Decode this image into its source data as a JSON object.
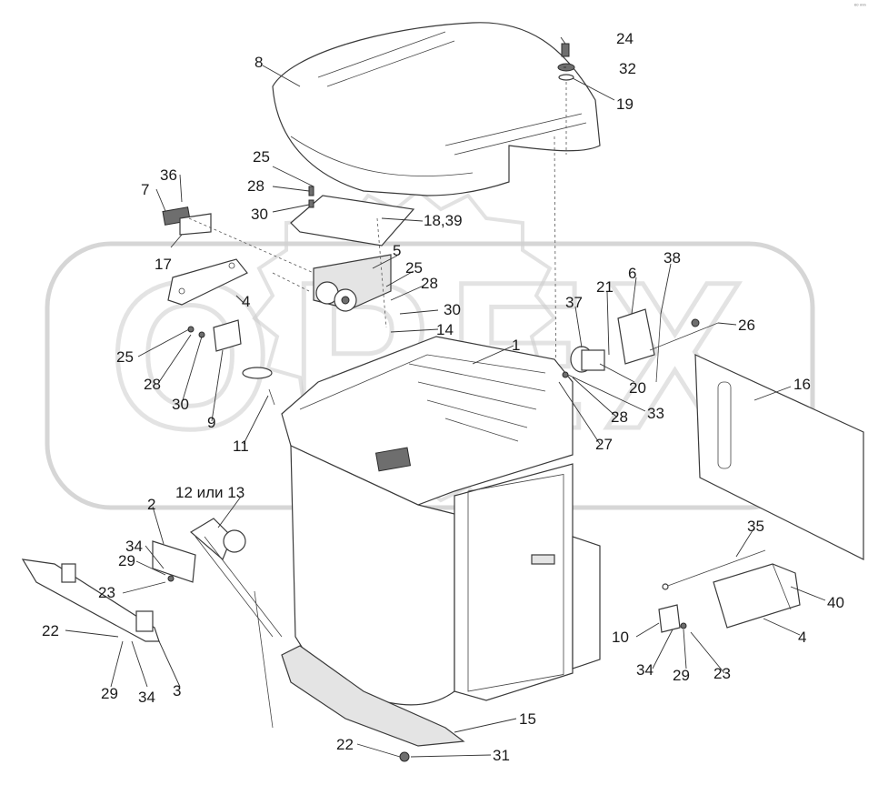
{
  "corner_mark": "ᵉᵒ ⁿⁿⁿ",
  "watermark_text": "OPEX",
  "callouts": {
    "c1": "1",
    "c2": "2",
    "c3": "3",
    "c4a": "4",
    "c4b": "4",
    "c5": "5",
    "c6": "6",
    "c7": "7",
    "c8": "8",
    "c9": "9",
    "c10": "10",
    "c11": "11",
    "c12_13": "12 или 13",
    "c14": "14",
    "c15": "15",
    "c16": "16",
    "c17": "17",
    "c18_39": "18,39",
    "c19": "19",
    "c20": "20",
    "c21": "21",
    "c22a": "22",
    "c22b": "22",
    "c23a": "23",
    "c23b": "23",
    "c24": "24",
    "c25a": "25",
    "c25b": "25",
    "c25c": "25",
    "c26": "26",
    "c27": "27",
    "c28a": "28",
    "c28b": "28",
    "c28c": "28",
    "c28d": "28",
    "c29a": "29",
    "c29b": "29",
    "c29c": "29",
    "c30a": "30",
    "c30b": "30",
    "c30c": "30",
    "c31": "31",
    "c32": "32",
    "c33": "33",
    "c34a": "34",
    "c34b": "34",
    "c34c": "34",
    "c35": "35",
    "c36": "36",
    "c37": "37",
    "c38": "38",
    "c40": "40"
  }
}
